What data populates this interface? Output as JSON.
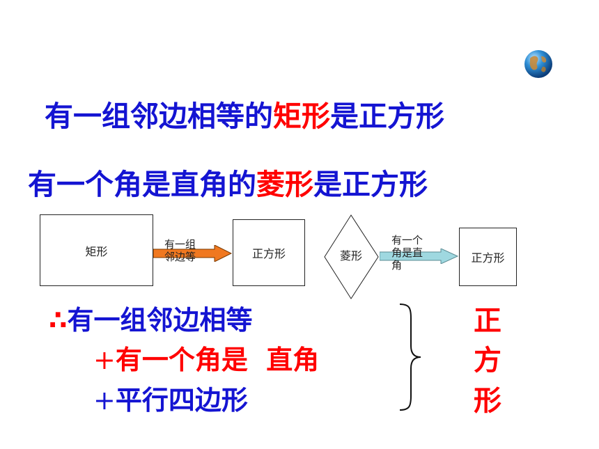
{
  "line1": {
    "pre": "有一组邻边相等的",
    "highlight": "矩形",
    "post": "是正方形"
  },
  "line2": {
    "pre": "有一个角是直角的",
    "highlight": "菱形",
    "post": "是正方形"
  },
  "flow1": {
    "start": "矩形",
    "arrow_label_a": "有一组",
    "arrow_label_b": "邻边等",
    "end": "正方形"
  },
  "flow2": {
    "start": "菱形",
    "arrow_label_a": "有一个",
    "arrow_label_b": "角是直",
    "arrow_label_c": "角",
    "end": "正方形"
  },
  "conclusion": {
    "therefore": "∴",
    "cond1": "有一组邻边相等",
    "plus": "+",
    "cond2": "有一个角是  直角",
    "cond3": "平行四边形",
    "result": [
      "正",
      "方",
      "形"
    ]
  },
  "colors": {
    "blue": "#1414d2",
    "red": "#ff0000",
    "arrow_orange": "#f07820",
    "arrow_cyan": "#9fd8e0"
  }
}
